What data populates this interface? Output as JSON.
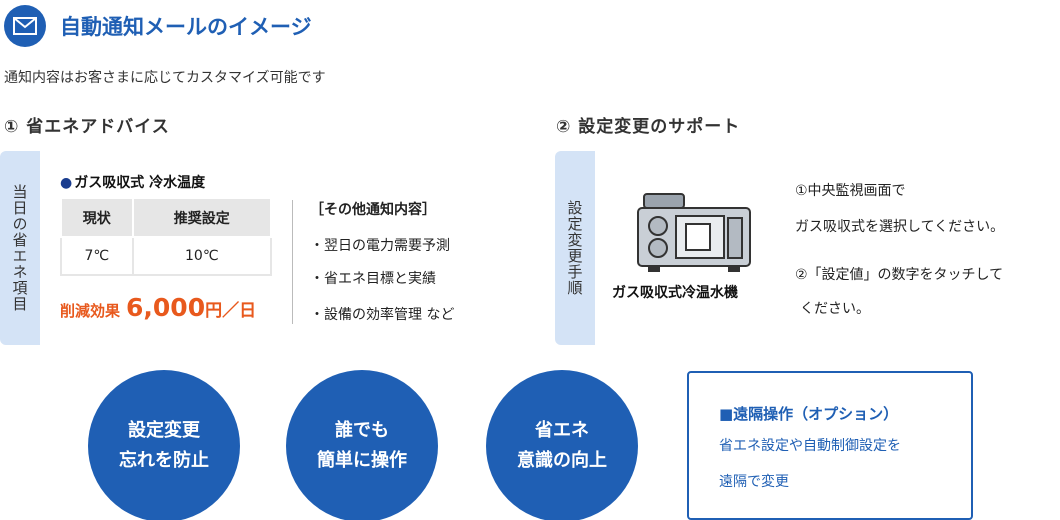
{
  "header": {
    "title": "自動通知メールのイメージ",
    "icon": "mail-icon"
  },
  "subtitle": "通知内容はお客さまに応じてカスタマイズ可能です",
  "section1": {
    "heading": "①  省エネアドバイス",
    "tab_label": "当日の省エネ項目",
    "gas_heading": "ガス吸収式 冷水温度",
    "table": {
      "headers": [
        "現状",
        "推奨設定"
      ],
      "rows": [
        [
          "7℃",
          "10℃"
        ]
      ]
    },
    "saving": {
      "label": "削減効果",
      "amount": "6,000",
      "unit": "円／日"
    },
    "other": {
      "heading": "［その他通知内容］",
      "items": [
        "・翌日の電力需要予測",
        "・省エネ目標と実績",
        "・設備の効率管理 など"
      ]
    }
  },
  "section2": {
    "heading": "②  設定変更のサポート",
    "tab_label": "設定変更手順",
    "machine_label": "ガス吸収式冷温水機",
    "steps": [
      "①中央監視画面で",
      "ガス吸収式を選択してください。",
      "②「設定値」の数字をタッチして",
      "ください。"
    ]
  },
  "benefits": [
    {
      "line1": "設定変更",
      "line2": "忘れを防止"
    },
    {
      "line1": "誰でも",
      "line2": "簡単に操作"
    },
    {
      "line1": "省エネ",
      "line2": "意識の向上"
    }
  ],
  "remote": {
    "heading": "■遠隔操作（オプション）",
    "lines": [
      "省エネ設定や自動制御設定を",
      "遠隔で変更"
    ]
  },
  "colors": {
    "brand_blue": "#1f5fb4",
    "tab_bg": "#d4e3f6",
    "saving_orange": "#e8591d"
  }
}
